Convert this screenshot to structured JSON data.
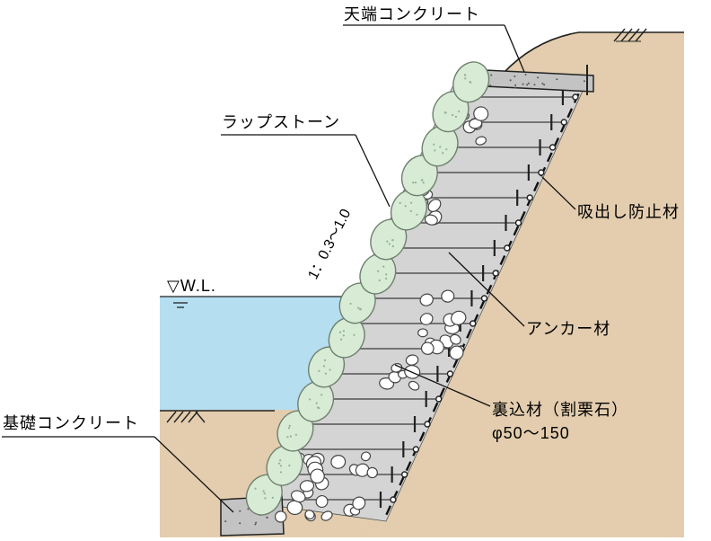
{
  "figure": {
    "type": "engineering-cross-section",
    "labels": {
      "crown_concrete": "天端コンクリート",
      "wrap_stone": "ラップストーン",
      "slope_ratio": "1：0.3～1.0",
      "water_level": "▽W.L.",
      "suction_prevention": "吸出し防止材",
      "anchor_material": "アンカー材",
      "backfill_material_line1": "裏込材（割栗石）",
      "backfill_material_line2": "φ50～150",
      "foundation_concrete": "基礎コンクリート"
    },
    "colors": {
      "earth": "#e3cdae",
      "water": "#b5def1",
      "wall": "#d4d4d4",
      "stone": "#d7ebd5",
      "concrete": "#c3c3c3",
      "ink": "#111111"
    }
  }
}
